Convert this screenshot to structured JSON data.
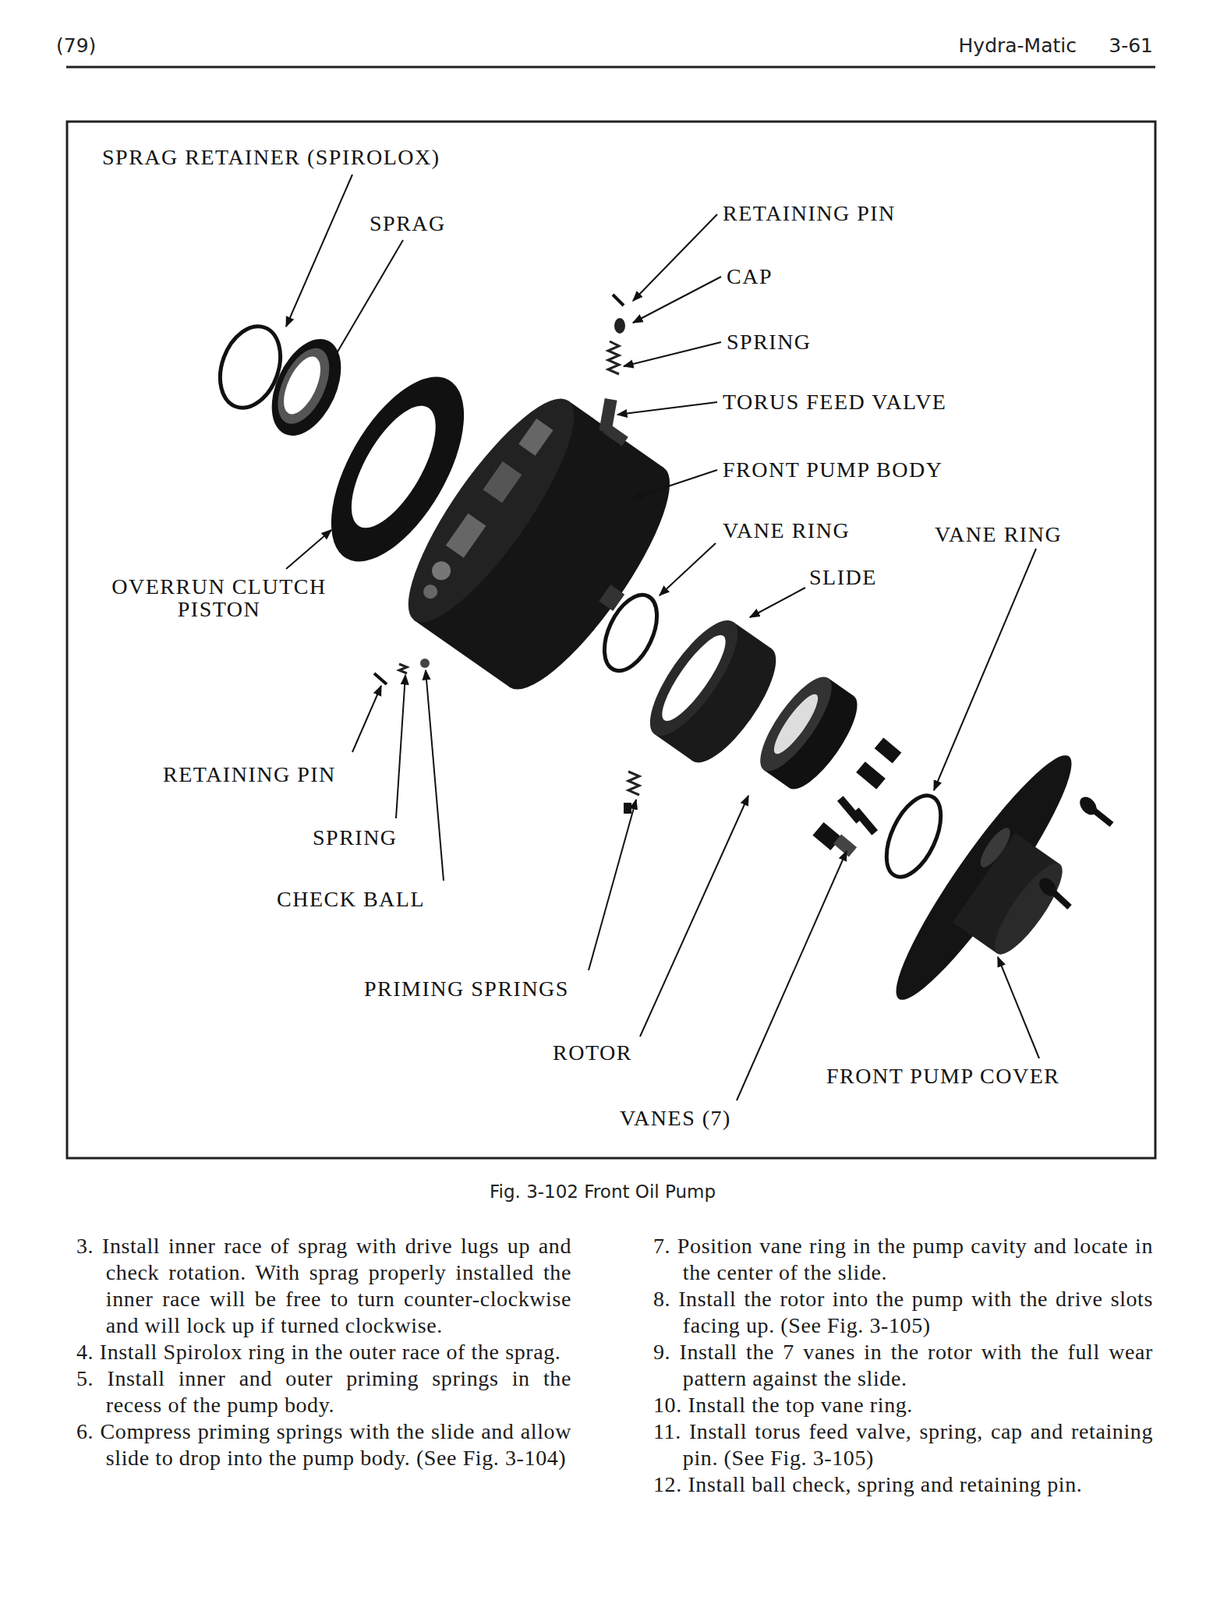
{
  "diagram": {
    "caption": "Fig. 3-102 Front Oil Pump",
    "labels": [
      "(79)",
      "Hydra-Matic",
      "3-61",
      "SPRAG RETAINER (SPIROLOX)",
      "SPRAG",
      "RETAINING PIN",
      "CAP",
      "SPRING",
      "TORUS FEED VALVE",
      "FRONT PUMP BODY",
      "VANE RING",
      "VANE RING",
      "SLIDE",
      "OVERRUN CLUTCH PISTON",
      "RETAINING PIN",
      "SPRING",
      "CHECK BALL",
      "PRIMING SPRINGS",
      "ROTOR",
      "FRONT PUMP COVER",
      "VANES (7)",
      "3. Install inner race of sprag with drive lugs up and check rotation. With sprag properly installed the inner race will be free to turn counter-clockwise and will lock up if turned clockwise.",
      "4. Install Spirolox ring in the outer race of the sprag.",
      "5. Install inner and outer priming springs in the recess of the pump body.",
      "6. Compress priming springs with the slide and allow slide to drop into the pump body. (See Fig. 3-104)",
      "7. Position vane ring in the pump cavity and locate in the center of the slide.",
      "8. Install the rotor into the pump with the drive slots facing up. (See Fig. 3-105)",
      "9. Install the 7 vanes in the rotor with the full wear pattern against the slide.",
      "10. Install the top vane ring.",
      "11. Install torus feed valve, spring, cap and retaining pin. (See Fig. 3-105)",
      "12. Install ball check, spring and retaining pin."
    ]
  }
}
